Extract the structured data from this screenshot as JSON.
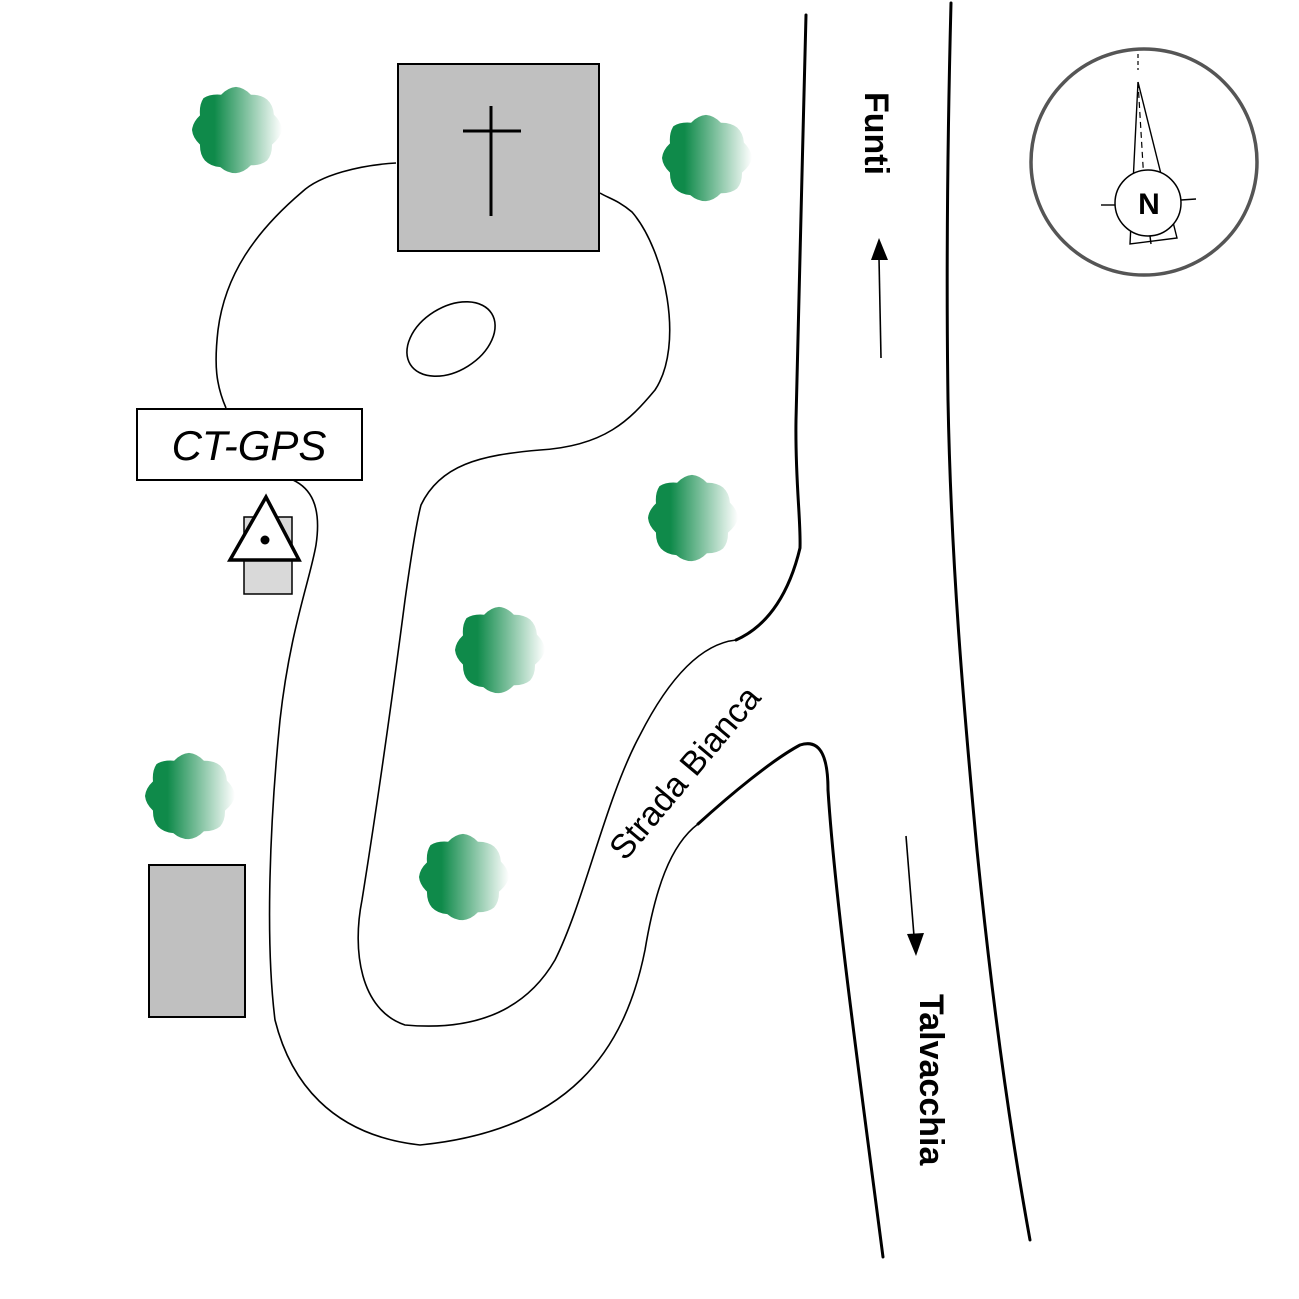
{
  "map": {
    "colors": {
      "tree_dark": "#0f8a4a",
      "tree_light": "#ffffff",
      "building_fill": "#c0c0c0",
      "compass_ring": "#555555",
      "line": "#000000"
    },
    "labels": {
      "funti": "Funti",
      "talvacchia": "Talvacchia",
      "strada_bianca": "Strada Bianca",
      "station": "CT-GPS"
    },
    "compass": {
      "north_label": "N",
      "icon": "north-arrow-icon"
    },
    "station_icon": "gps-benchmark-triangle-icon",
    "church_icon": "cross-icon",
    "trees": [
      "tree",
      "tree",
      "tree",
      "tree",
      "tree",
      "tree"
    ]
  }
}
